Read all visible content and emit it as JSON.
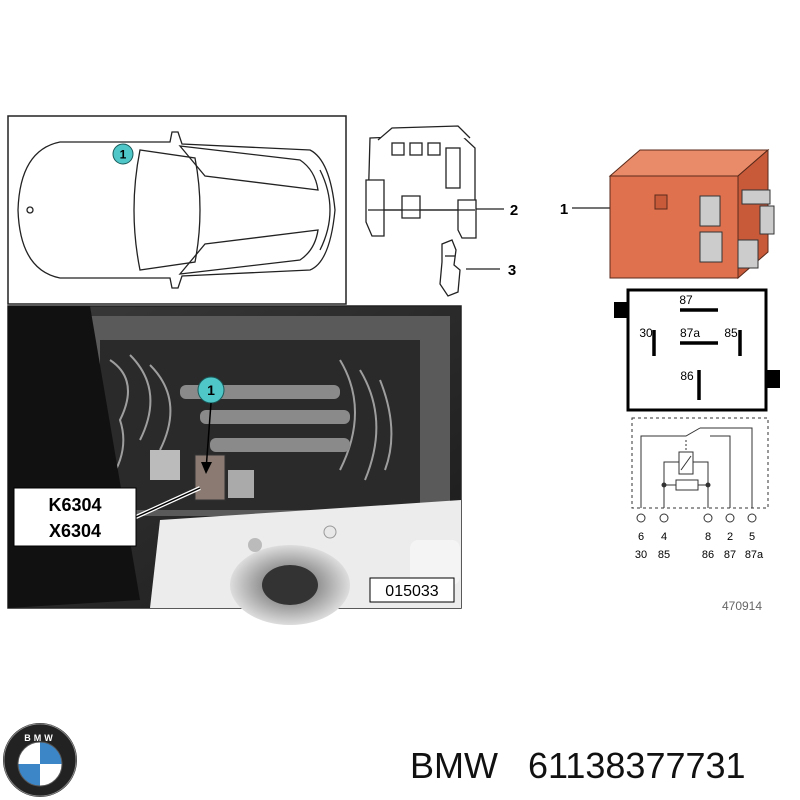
{
  "diagram": {
    "location_marker": "1",
    "photo_marker": "1",
    "part_labels": [
      "1",
      "2",
      "3"
    ],
    "connector_codes": [
      "K6304",
      "X6304"
    ],
    "photo_ref": "015033",
    "diagram_ref": "470914",
    "relay_pins_face": [
      "87",
      "30",
      "87a",
      "85",
      "86"
    ],
    "schematic_terminals": [
      "6",
      "4",
      "8",
      "2",
      "5"
    ],
    "schematic_pins": [
      "30",
      "85",
      "86",
      "87",
      "87a"
    ]
  },
  "footer": {
    "brand": "BMW",
    "part_number": "61138377731",
    "logo_letters": "BMW"
  },
  "colors": {
    "relay_body": "#E0714F",
    "relay_dark": "#C85A3A",
    "marker_fill": "#4FC7C8",
    "logo_blue": "#3C86C8"
  }
}
